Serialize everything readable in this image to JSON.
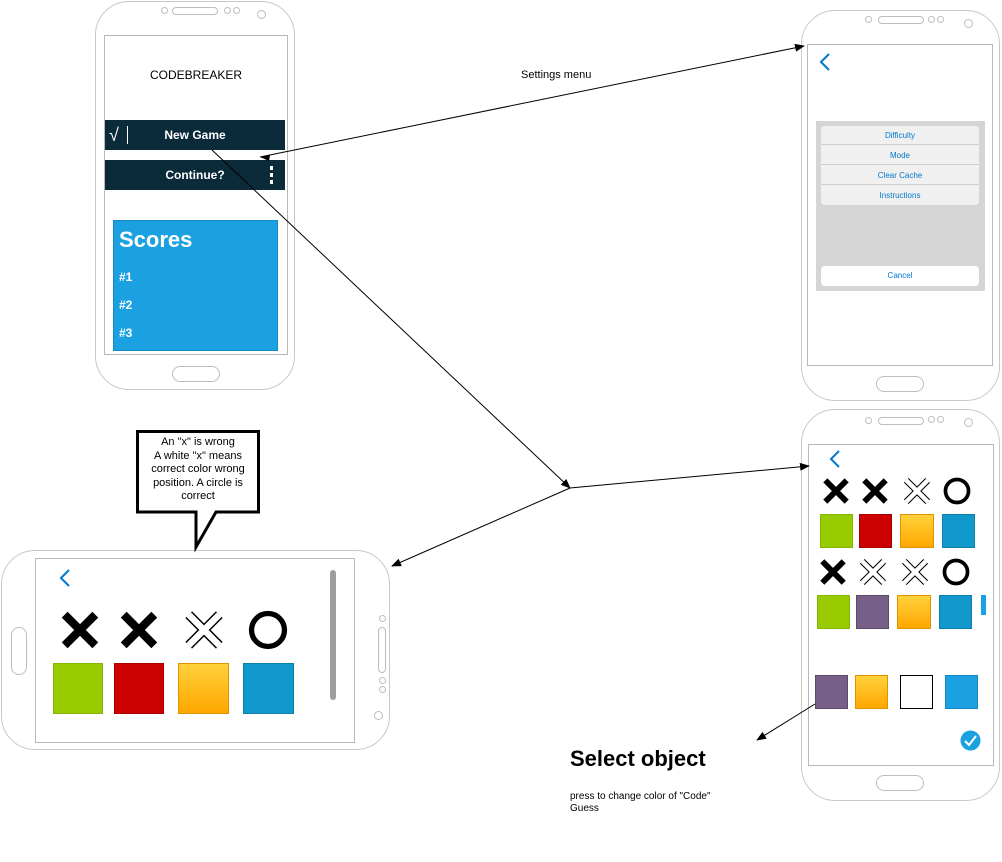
{
  "main_screen": {
    "title": "CODEBREAKER",
    "new_game_label": "New Game",
    "check_mark": "√",
    "continue_label": "Continue?",
    "scores": {
      "heading": "Scores",
      "items": [
        "#1",
        "#2",
        "#3"
      ]
    }
  },
  "settings_screen": {
    "arrow_label": "Settings menu",
    "back_glyph": "<",
    "menu_items": [
      "Difficulty",
      "Mode",
      "Clear Cache",
      "Instructions"
    ],
    "cancel_label": "Cancel"
  },
  "game_portrait": {
    "back_glyph": "<",
    "hint_rows": [
      [
        "black-x",
        "black-x",
        "white-x",
        "circle"
      ],
      [
        "black-x",
        "white-x",
        "white-x",
        "circle"
      ]
    ],
    "guess_rows": [
      [
        "lime",
        "red",
        "gold",
        "blue"
      ],
      [
        "lime",
        "purple",
        "gold",
        "blue"
      ]
    ],
    "code_row": [
      "purple",
      "gold",
      "white",
      "lightblue"
    ]
  },
  "game_landscape": {
    "back_glyph": "<",
    "hint_row": [
      "black-x",
      "black-x",
      "white-x",
      "circle"
    ],
    "guess_row": [
      "lime",
      "red",
      "gold",
      "blue"
    ]
  },
  "callout": {
    "lines": [
      "An \"x\" is wrong",
      "A white \"x\" means",
      "correct color wrong",
      "position. A circle is",
      "correct"
    ]
  },
  "select_object": {
    "title": "Select object",
    "description_lines": [
      "press to change color of \"Code\"",
      "Guess"
    ]
  },
  "colors": {
    "dark_bar": "#0b2a3a",
    "scores_bg": "#1ba1e2",
    "link_blue": "#0077cc",
    "lime": "#99cc00",
    "red": "#cc0000",
    "gold": "#ffbf1a",
    "blue": "#1299cc",
    "purple": "#76608a"
  }
}
